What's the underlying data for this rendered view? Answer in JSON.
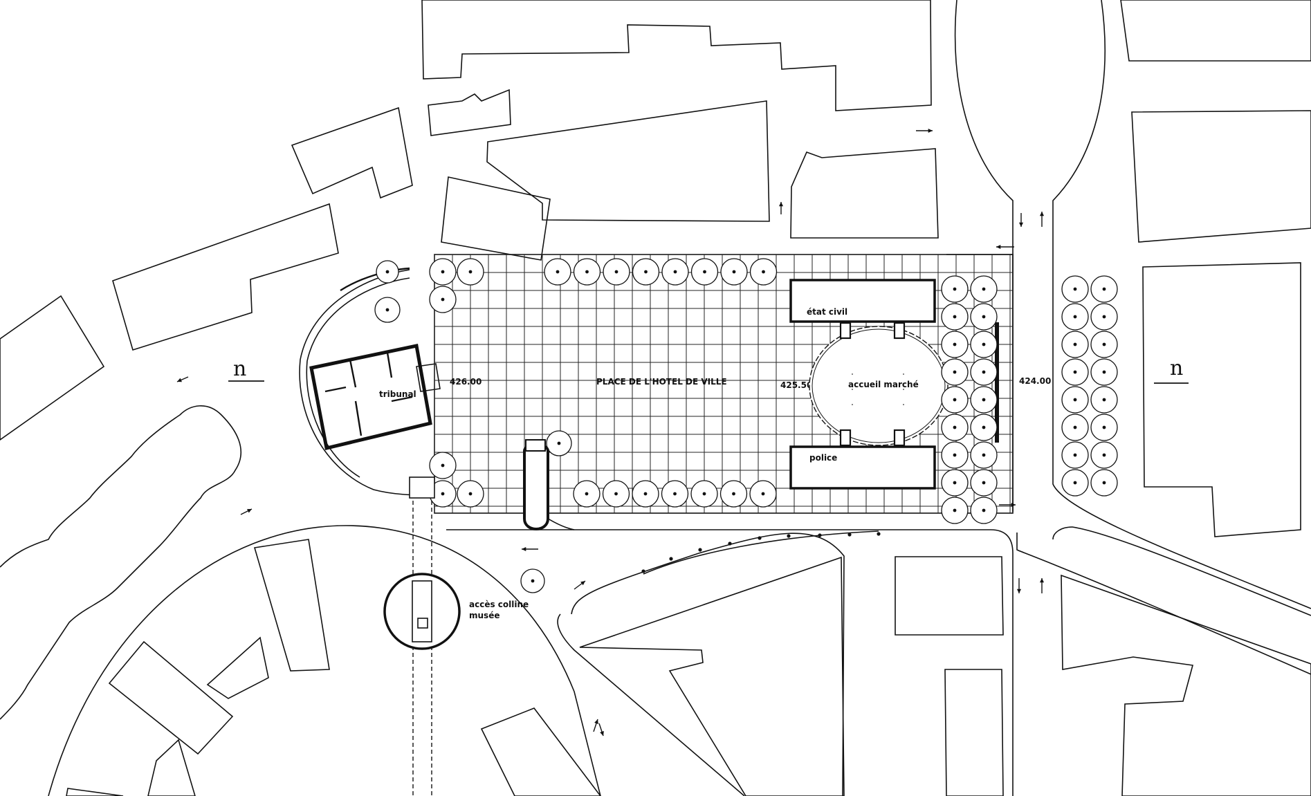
{
  "labels": {
    "square": "PLACE DE L'HOTEL DE VILLE",
    "tribunal": "tribunal",
    "etat_civil": "état civil",
    "accueil_marche": "accueil marché",
    "police": "police",
    "acces_colline": "accès colline",
    "musee": "musée"
  },
  "levels": {
    "west": "426.00",
    "middle": "425.50",
    "east": "424.00"
  },
  "north_left": "n",
  "north_right": "n",
  "colors": {
    "ink": "#111111",
    "paper": "#ffffff"
  },
  "icons": [
    "north-arrow-icon",
    "traffic-arrow-icon",
    "tree-icon"
  ]
}
